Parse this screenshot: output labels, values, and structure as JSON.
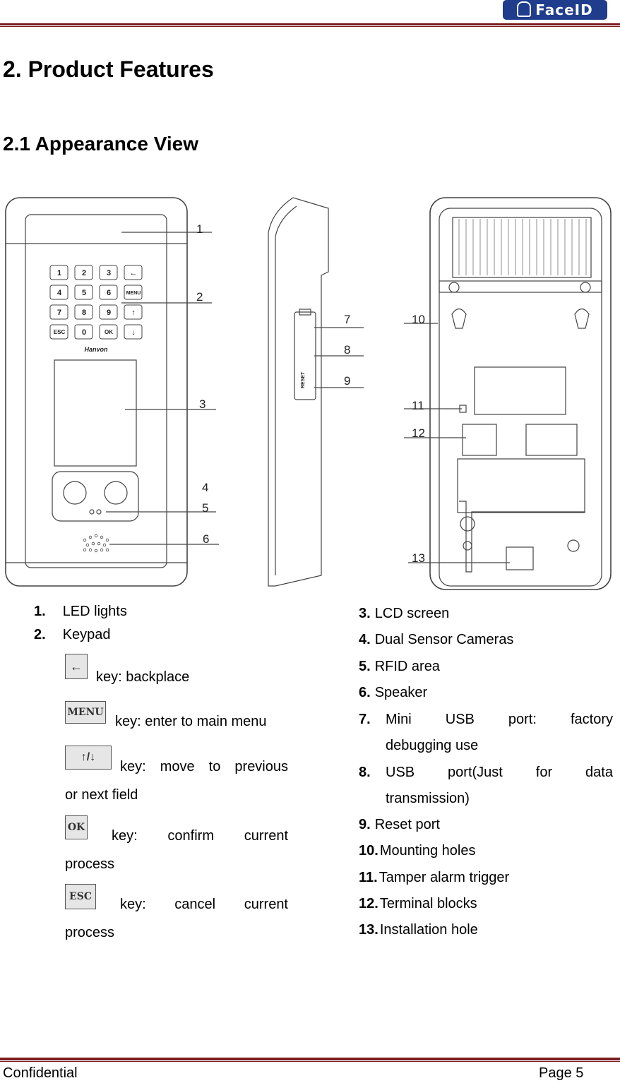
{
  "header": {
    "logo_text": "FaceID"
  },
  "title": "2. Product Features",
  "subtitle": "2.1 Appearance View",
  "figure": {
    "callouts": [
      "1",
      "2",
      "3",
      "4",
      "5",
      "6",
      "7",
      "8",
      "9",
      "10",
      "11",
      "12",
      "13"
    ],
    "keypad_keys": [
      "1",
      "2",
      "3",
      "←",
      "4",
      "5",
      "6",
      "MENU",
      "7",
      "8",
      "9",
      "↑",
      "ESC",
      "0",
      "OK",
      "↓"
    ],
    "brand_mark": "Hanvon",
    "reset_label": "RESET"
  },
  "left_list": [
    {
      "num": "1.",
      "text": "LED lights"
    },
    {
      "num": "2.",
      "text": "Keypad"
    }
  ],
  "keys": [
    {
      "icon": "←",
      "text": "key: backplace"
    },
    {
      "icon": "MENU",
      "text": "key: enter to main menu"
    },
    {
      "icon": "↑/↓",
      "text_line1": "key:  move  to  previous",
      "text_line2": "or next field"
    },
    {
      "icon": "OK",
      "text_line1": "key:     confirm     current",
      "text_line2": "process"
    },
    {
      "icon": "ESC",
      "text_line1": "key:     cancel     current",
      "text_line2": "process"
    }
  ],
  "right_list": [
    {
      "num": "3.",
      "text": "LCD screen"
    },
    {
      "num": "4.",
      "text": "Dual Sensor Cameras"
    },
    {
      "num": "5.",
      "text": "RFID area"
    },
    {
      "num": "6.",
      "text": "Speaker"
    },
    {
      "num": "7.",
      "text": "Mini USB port: factory",
      "text2": "debugging use"
    },
    {
      "num": "8.",
      "text": "USB port(Just for data",
      "text2": "transmission)"
    },
    {
      "num": "9.",
      "text": "Reset port"
    },
    {
      "num": "10.",
      "text": "Mounting holes"
    },
    {
      "num": "11.",
      "text": "Tamper alarm trigger"
    },
    {
      "num": "12.",
      "text": "Terminal blocks"
    },
    {
      "num": "13.",
      "text": "Installation hole"
    }
  ],
  "footer": {
    "left": "Confidential",
    "right": "Page 5"
  }
}
